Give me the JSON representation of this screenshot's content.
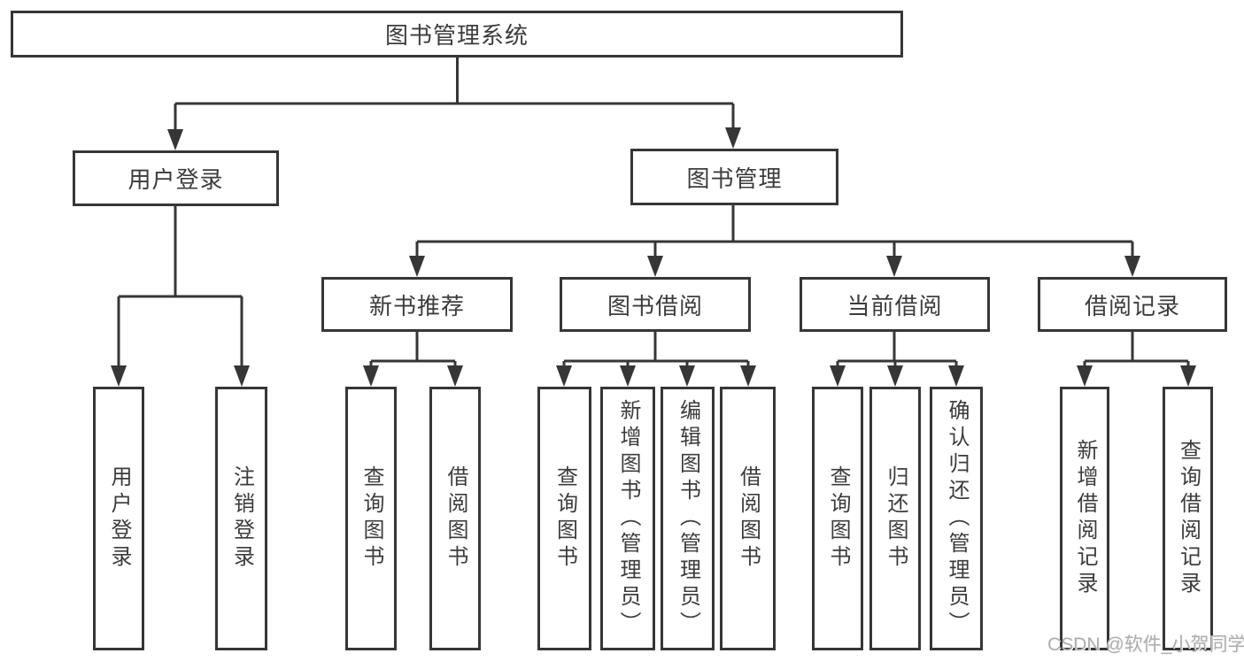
{
  "tree": {
    "root": {
      "label": "图书管理系统"
    },
    "branches": [
      {
        "label": "用户登录",
        "children": [
          {
            "label": "用户登录"
          },
          {
            "label": "注销登录"
          }
        ]
      },
      {
        "label": "图书管理",
        "groups": [
          {
            "label": "新书推荐",
            "children": [
              {
                "label": "查询图书"
              },
              {
                "label": "借阅图书"
              }
            ]
          },
          {
            "label": "图书借阅",
            "children": [
              {
                "label": "查询图书"
              },
              {
                "label": "新增图书（管理员）"
              },
              {
                "label": "编辑图书（管理员）"
              },
              {
                "label": "借阅图书"
              }
            ]
          },
          {
            "label": "当前借阅",
            "children": [
              {
                "label": "查询图书"
              },
              {
                "label": "归还图书"
              },
              {
                "label": "确认归还（管理员）"
              }
            ]
          },
          {
            "label": "借阅记录",
            "children": [
              {
                "label": "新增借阅记录"
              },
              {
                "label": "查询借阅记录"
              }
            ]
          }
        ]
      }
    ]
  },
  "watermark": {
    "text": "CSDN @软件_小贺同学"
  },
  "colors": {
    "line": "#363636",
    "text": "#3c3c3c",
    "watermark": "#adadad",
    "background": "#ffffff"
  }
}
